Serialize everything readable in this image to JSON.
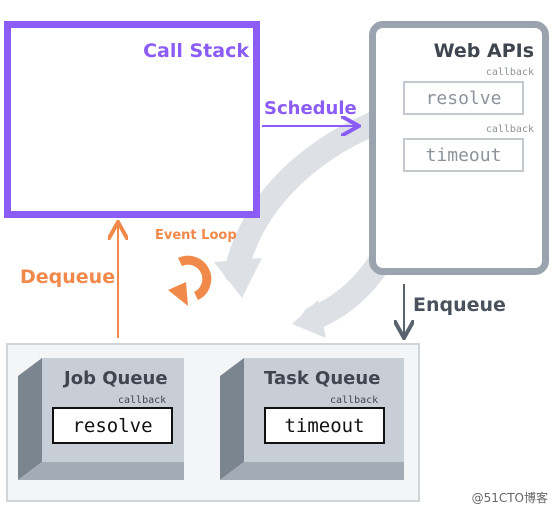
{
  "call_stack": {
    "title": "Call Stack"
  },
  "web_apis": {
    "title": "Web APIs",
    "slots": [
      {
        "caption": "callback",
        "value": "resolve"
      },
      {
        "caption": "callback",
        "value": "timeout"
      }
    ]
  },
  "arrows": {
    "schedule": "Schedule",
    "dequeue": "Dequeue",
    "event_loop": "Event Loop",
    "enqueue": "Enqueue"
  },
  "job_queue": {
    "title": "Job Queue",
    "caption": "callback",
    "value": "resolve"
  },
  "task_queue": {
    "title": "Task Queue",
    "caption": "callback",
    "value": "timeout"
  },
  "watermark": "@51CTO博客",
  "colors": {
    "purple": "#8b5cf6",
    "orange": "#f0894a",
    "gray_border": "#9ba4ae",
    "dark_text": "#3f4650"
  }
}
